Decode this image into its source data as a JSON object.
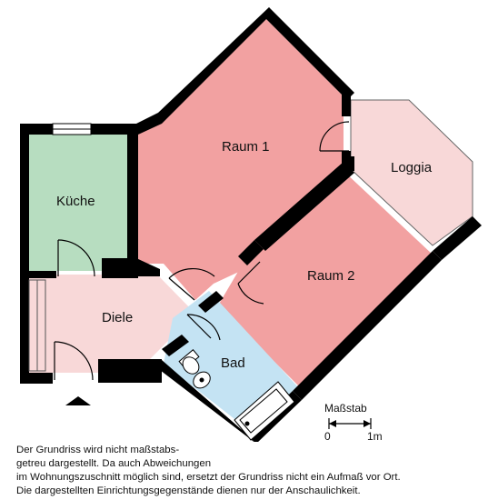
{
  "rooms": {
    "raum1": "Raum 1",
    "raum2": "Raum 2",
    "kueche": "Küche",
    "diele": "Diele",
    "bad": "Bad",
    "loggia": "Loggia"
  },
  "colors": {
    "wall": "#000000",
    "raum": "#f2a1a1",
    "kueche": "#b7ddc0",
    "diele": "#f8d8d8",
    "bad": "#c4e3f3",
    "loggia": "#f8d8d8",
    "outline": "#666666"
  },
  "scale": {
    "title": "Maßstab",
    "start": "0",
    "end": "1m"
  },
  "disclaimer": [
    "Der Grundriss wird nicht maßstabs-",
    "getreu dargestellt. Da auch Abweichungen",
    "im Wohnungszuschnitt möglich sind, ersetzt der Grundriss nicht ein Aufmaß vor Ort.",
    "Die dargestellten Einrichtungsgegenstände dienen nur der Anschaulichkeit."
  ]
}
